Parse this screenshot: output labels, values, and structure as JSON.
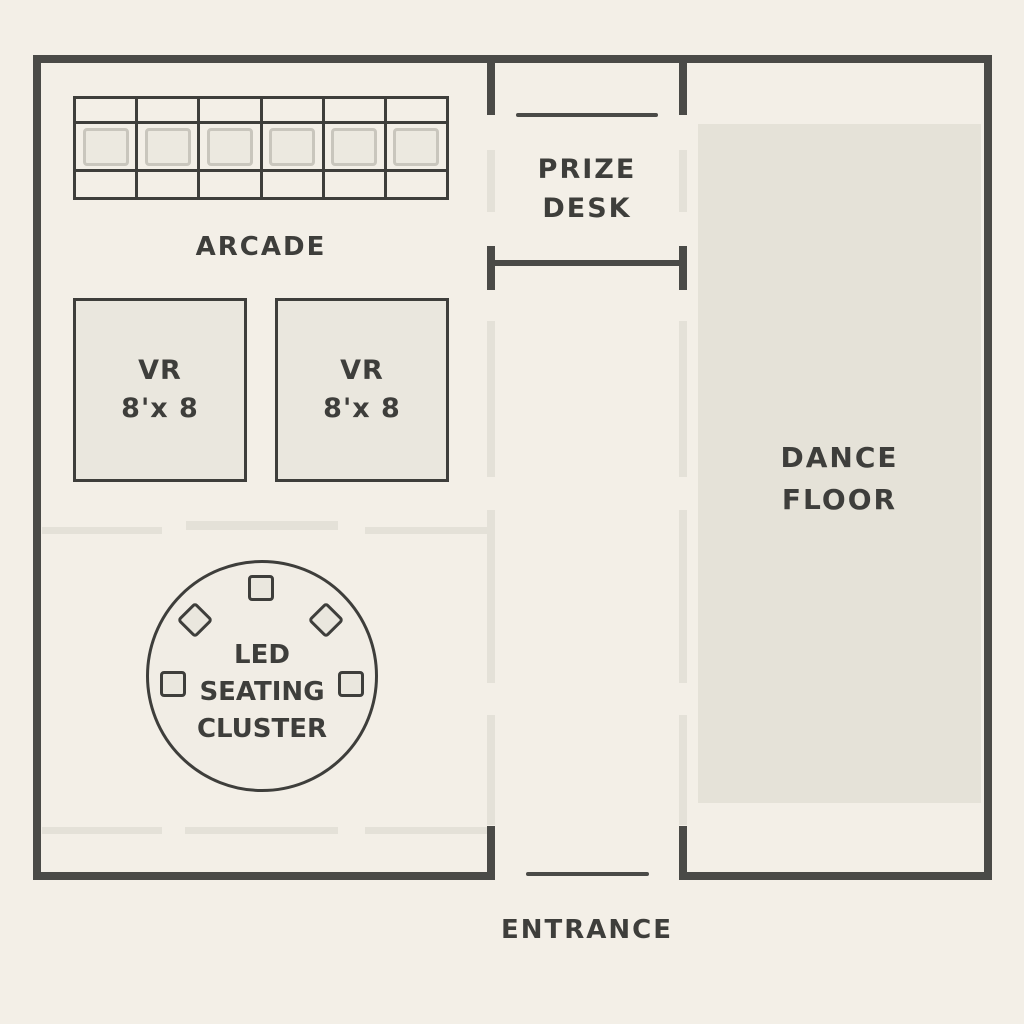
{
  "floorplan": {
    "arcade": {
      "label": "ARCADE",
      "machine_count": 6
    },
    "prize_desk": {
      "line1": "PRIZE",
      "line2": "DESK"
    },
    "vr_pods": [
      {
        "line1": "VR",
        "line2": "8'x 8"
      },
      {
        "line1": "VR",
        "line2": "8'x 8"
      }
    ],
    "seating": {
      "line1": "LED",
      "line2": "SEATING",
      "line3": "CLUSTER",
      "seat_count": 5
    },
    "dance_floor": {
      "line1": "DANCE",
      "line2": "FLOOR"
    },
    "entrance": {
      "label": "ENTRANCE"
    }
  },
  "colors": {
    "background": "#f3efe7",
    "wall": "#4a4a47",
    "text": "#3e3e3b",
    "dance_floor_fill": "#e5e2d8",
    "faint_partition": "#e4e1d8"
  }
}
